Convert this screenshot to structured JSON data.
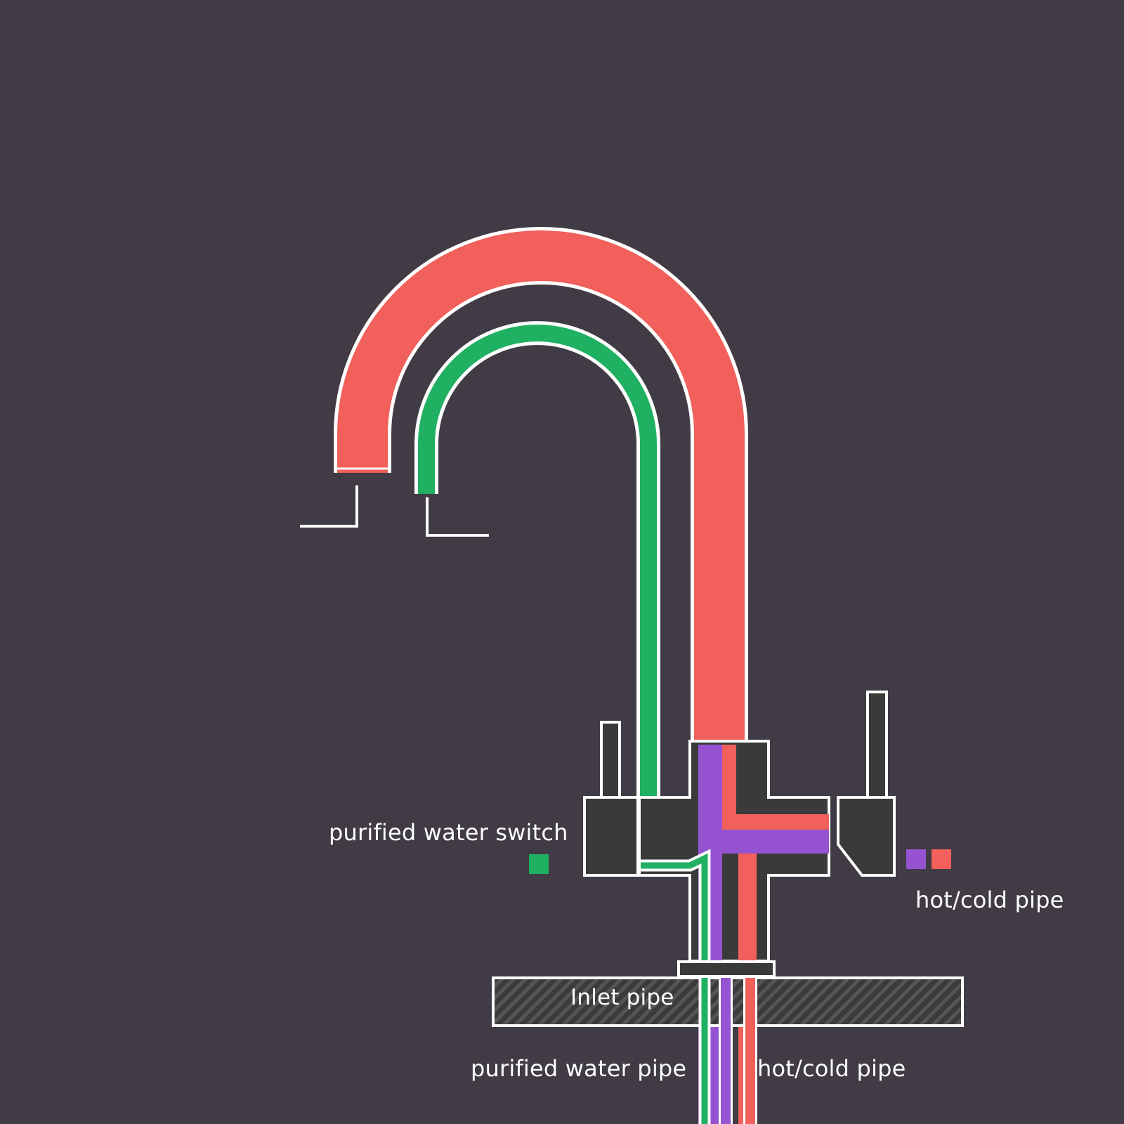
{
  "labels": {
    "purified_switch": "purified water switch",
    "hotcold_right": "hot/cold pipe",
    "inlet": "Inlet pipe",
    "purified_pipe": "purified water pipe",
    "hotcold_bottom": "hot/cold pipe"
  },
  "colors": {
    "background": "#403b44",
    "hot_cold": "#f1605a",
    "purified": "#20b062",
    "mixed": "#9653d1",
    "body": "#3a3a3a",
    "outline": "#ffffff"
  },
  "legend": {
    "purified_swatch": "#20b062",
    "hotcold_swatches": [
      "#9653d1",
      "#f1605a"
    ]
  }
}
